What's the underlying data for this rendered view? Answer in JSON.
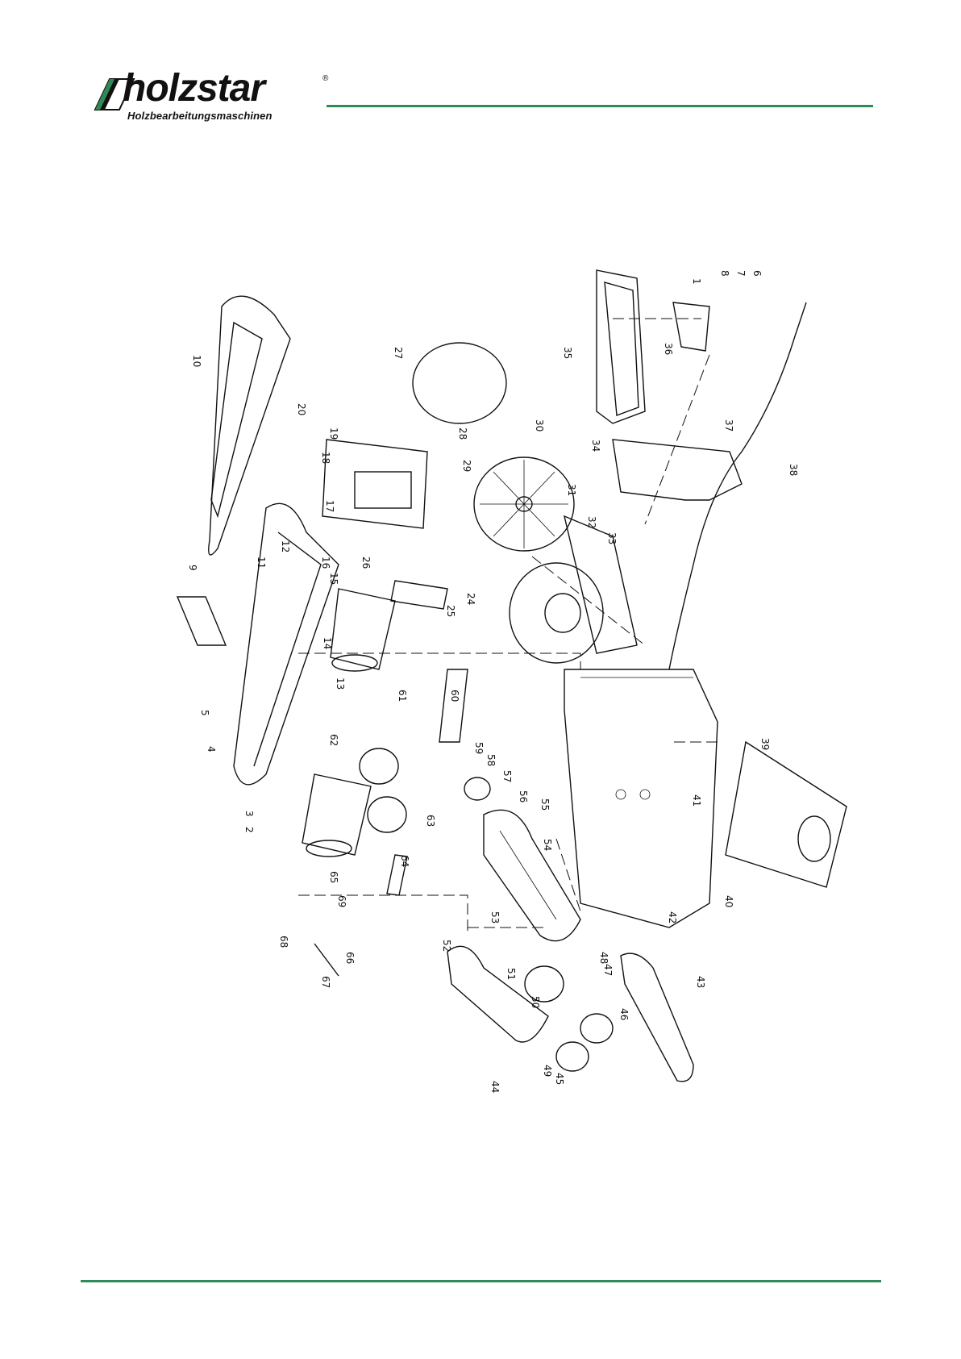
{
  "header": {
    "brand": "holzstar",
    "registered": "®",
    "tagline": "Holzbearbeitungsmaschinen",
    "accent_color": "#2e8b57",
    "logo_icon": "holzstar-logo-mark"
  },
  "diagram": {
    "type": "exploded-parts-view",
    "part_numbers": [
      "1",
      "2",
      "3",
      "4",
      "5",
      "6",
      "7",
      "8",
      "9",
      "10",
      "11",
      "12",
      "13",
      "14",
      "15",
      "16",
      "17",
      "18",
      "19",
      "20",
      "24",
      "25",
      "26",
      "27",
      "28",
      "29",
      "30",
      "31",
      "32",
      "33",
      "34",
      "35",
      "36",
      "37",
      "38",
      "39",
      "40",
      "41",
      "42",
      "43",
      "44",
      "45",
      "46",
      "47",
      "48",
      "49",
      "50",
      "51",
      "52",
      "53",
      "54",
      "55",
      "56",
      "57",
      "58",
      "59",
      "60",
      "61",
      "62",
      "63",
      "64",
      "65",
      "66",
      "67",
      "68",
      "69"
    ]
  }
}
